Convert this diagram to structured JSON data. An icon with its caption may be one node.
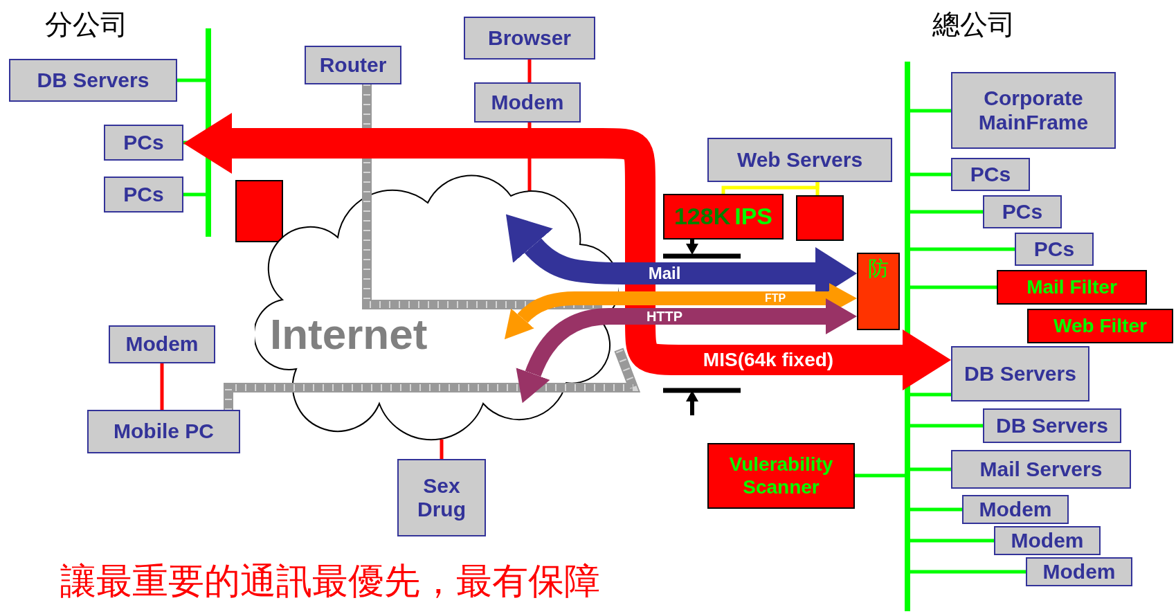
{
  "diagram": {
    "caption": "讓最重要的通訊最優先，最有保障",
    "nodes": [
      {
        "text": [
          "DB Servers"
        ]
      },
      {
        "text": [
          "PCs"
        ]
      },
      {
        "text": [
          "PCs"
        ]
      },
      {
        "text": [],
        "shape": "bar"
      },
      {
        "text": [],
        "shape": "box"
      },
      {
        "text": [
          "Router"
        ]
      },
      {
        "text": [
          "Internet"
        ]
      },
      {
        "text": [
          "Browser"
        ]
      },
      {
        "text": [
          "Modem"
        ]
      },
      {
        "text": [
          "Modem"
        ]
      },
      {
        "text": [
          "Mobile PC"
        ]
      },
      {
        "text": [
          "Sex Drug"
        ]
      },
      {
        "text": [
          "Web Servers"
        ]
      },
      {
        "text": [
          "128K",
          "IPS"
        ]
      },
      {
        "text": [],
        "shape": "box"
      },
      {
        "text": [
          "防"
        ]
      },
      {
        "text": [],
        "shape": "bar"
      },
      {
        "text": [
          "Corporate MainFrame"
        ]
      },
      {
        "text": [
          "PCs"
        ]
      },
      {
        "text": [
          "PCs"
        ]
      },
      {
        "text": [
          "PCs"
        ]
      },
      {
        "text": [
          "Mail Filter"
        ]
      },
      {
        "text": [
          "Web Filter"
        ]
      },
      {
        "text": [
          "DB Servers"
        ]
      },
      {
        "text": [
          "DB Servers"
        ]
      },
      {
        "text": [
          "Mail Servers"
        ]
      },
      {
        "text": [
          "Vulerability Scanner"
        ]
      },
      {
        "text": [
          "Modem"
        ]
      },
      {
        "text": [
          "Modem"
        ]
      },
      {
        "text": [
          "Modem"
        ]
      }
    ],
    "edges": [
      {
        "from": 0,
        "to": 3,
        "arrow": "none"
      },
      {
        "from": 1,
        "to": 3,
        "arrow": "none"
      },
      {
        "from": 2,
        "to": 3,
        "arrow": "none"
      },
      {
        "from": 7,
        "to": 8,
        "arrow": "none",
        "color": "#ff0000"
      },
      {
        "from": 8,
        "to": 6,
        "arrow": "none",
        "color": "#ff0000"
      },
      {
        "from": 9,
        "to": 10,
        "arrow": "none",
        "color": "#ff0000"
      },
      {
        "from": 6,
        "to": 11,
        "arrow": "none",
        "color": "#ff0000"
      },
      {
        "from": 5,
        "to": 6,
        "arrow": "none",
        "style": "thick",
        "color": "#999999"
      },
      {
        "from": 10,
        "to": 6,
        "arrow": "none",
        "style": "thick",
        "color": "#999999"
      },
      {
        "from": 12,
        "to": 13,
        "arrow": "none",
        "color": "#ffff00"
      },
      {
        "from": 12,
        "to": 14,
        "arrow": "none",
        "color": "#ffff00"
      },
      {
        "from": 17,
        "to": 16,
        "arrow": "none"
      },
      {
        "from": 18,
        "to": 16,
        "arrow": "none"
      },
      {
        "from": 19,
        "to": 16,
        "arrow": "none"
      },
      {
        "from": 20,
        "to": 16,
        "arrow": "none"
      },
      {
        "from": 21,
        "to": 16,
        "arrow": "none"
      },
      {
        "from": 23,
        "to": 16,
        "arrow": "none"
      },
      {
        "from": 24,
        "to": 16,
        "arrow": "none"
      },
      {
        "from": 25,
        "to": 16,
        "arrow": "none"
      },
      {
        "from": 26,
        "to": 16,
        "arrow": "none"
      },
      {
        "from": 27,
        "to": 16,
        "arrow": "none"
      },
      {
        "from": 28,
        "to": 16,
        "arrow": "none"
      },
      {
        "from": 29,
        "to": 16,
        "arrow": "none"
      },
      {
        "from": 2,
        "to": 23,
        "arrow": "both",
        "label": "MIS(64k fixed)",
        "style": "thick",
        "color": "#ff0000"
      },
      {
        "from": 6,
        "to": 15,
        "arrow": "both",
        "label": "Mail",
        "style": "thick",
        "color": "#333399"
      },
      {
        "from": 6,
        "to": 15,
        "arrow": "both",
        "label": "FTP",
        "style": "thick",
        "color": "#ff9900"
      },
      {
        "from": 6,
        "to": 15,
        "arrow": "both",
        "label": "HTTP",
        "style": "thick",
        "color": "#993366"
      }
    ],
    "labels": [
      "分公司",
      "總公司"
    ]
  }
}
